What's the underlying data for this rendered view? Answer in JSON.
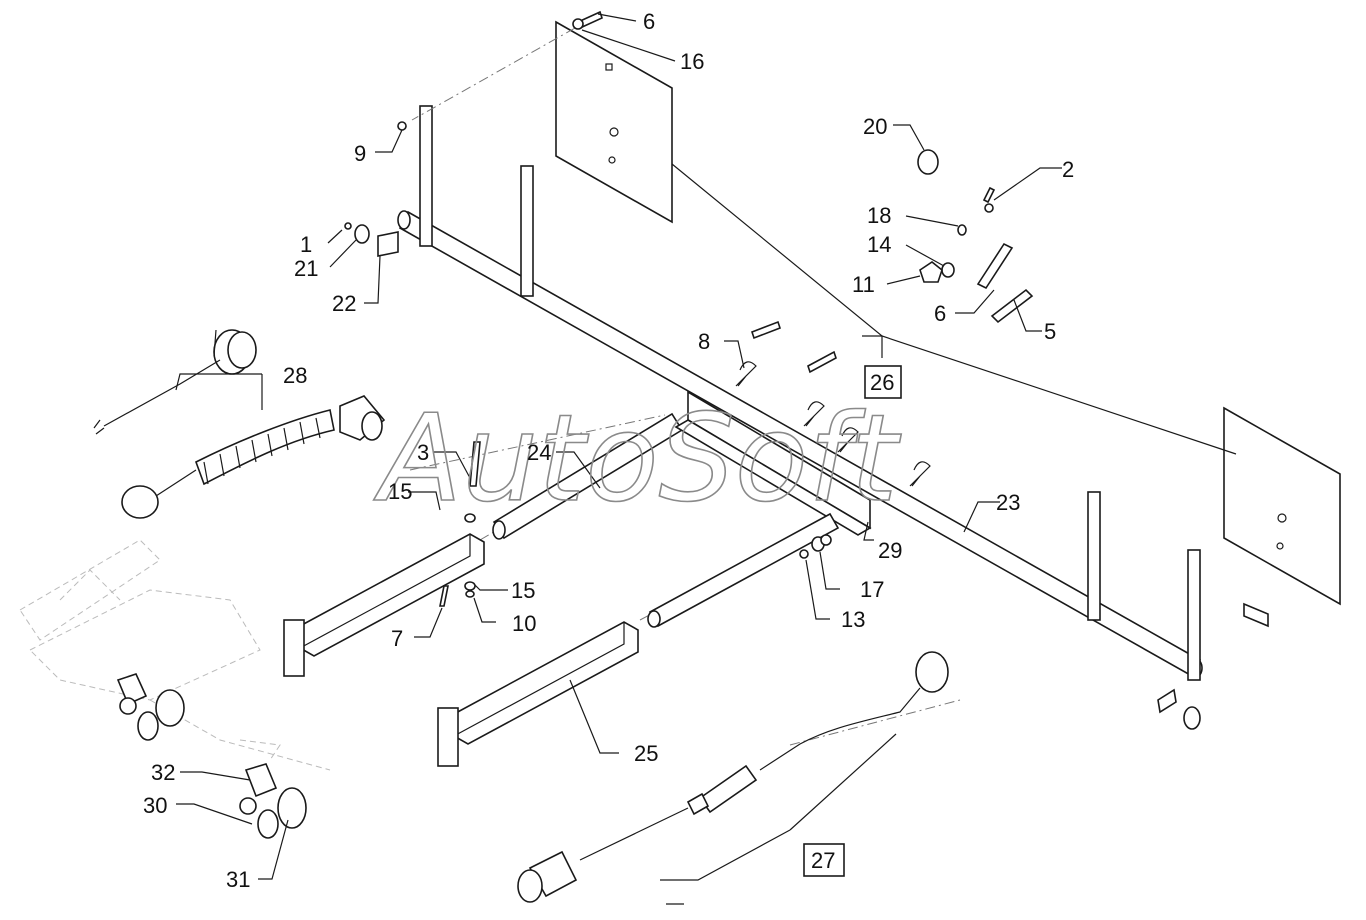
{
  "watermark": "AutoSoft",
  "callouts": [
    {
      "id": "c1",
      "text": "1"
    },
    {
      "id": "c2",
      "text": "2"
    },
    {
      "id": "c3",
      "text": "3"
    },
    {
      "id": "c5",
      "text": "5"
    },
    {
      "id": "c6a",
      "text": "6"
    },
    {
      "id": "c6b",
      "text": "6"
    },
    {
      "id": "c7",
      "text": "7"
    },
    {
      "id": "c8",
      "text": "8"
    },
    {
      "id": "c9",
      "text": "9"
    },
    {
      "id": "c10",
      "text": "10"
    },
    {
      "id": "c11",
      "text": "11"
    },
    {
      "id": "c13",
      "text": "13"
    },
    {
      "id": "c14",
      "text": "14"
    },
    {
      "id": "c15a",
      "text": "15"
    },
    {
      "id": "c15b",
      "text": "15"
    },
    {
      "id": "c16",
      "text": "16"
    },
    {
      "id": "c17",
      "text": "17"
    },
    {
      "id": "c18",
      "text": "18"
    },
    {
      "id": "c20",
      "text": "20"
    },
    {
      "id": "c21",
      "text": "21"
    },
    {
      "id": "c22",
      "text": "22"
    },
    {
      "id": "c23",
      "text": "23"
    },
    {
      "id": "c24",
      "text": "24"
    },
    {
      "id": "c25",
      "text": "25"
    },
    {
      "id": "c26",
      "text": "26"
    },
    {
      "id": "c27",
      "text": "27"
    },
    {
      "id": "c28",
      "text": "28"
    },
    {
      "id": "c29",
      "text": "29"
    },
    {
      "id": "c30",
      "text": "30"
    },
    {
      "id": "c31",
      "text": "31"
    },
    {
      "id": "c32",
      "text": "32"
    }
  ]
}
